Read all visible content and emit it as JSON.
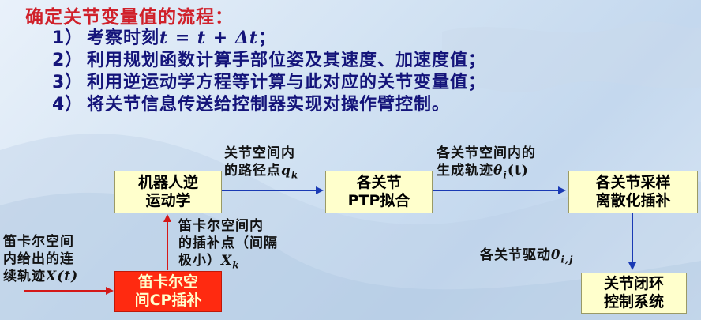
{
  "title": "确定关节变量值的流程：",
  "steps": [
    {
      "num": "1）",
      "text": "考察时刻",
      "formula": "t = t + Δt",
      "suffix": "；"
    },
    {
      "num": "2）",
      "text": "利用规划函数计算手部位姿及其速度、加速度值；"
    },
    {
      "num": "3）",
      "text": "利用逆运动学方程等计算与此对应的关节变量值；"
    },
    {
      "num": "4）",
      "text": "将关节信息传送给控制器实现对操作臂控制。"
    }
  ],
  "boxes": {
    "inverse_kinematics": [
      "机器人逆",
      "运动学"
    ],
    "ptp_fitting": [
      "各关节",
      "PTP拟合"
    ],
    "sampling": [
      "各关节采样",
      "离散化插补"
    ],
    "cartesian_cp": [
      "笛卡尔空",
      "间CP插补"
    ],
    "closed_loop": [
      "关节闭环",
      "控制系统"
    ]
  },
  "labels": {
    "joint_path_line1": "关节空间内",
    "joint_path_line2": "的路径点",
    "joint_path_var": "q",
    "joint_path_sub": "k",
    "traj_line1": "各关节空间内的",
    "traj_line2": "生成轨迹",
    "traj_var": "θ",
    "traj_sub": "i",
    "traj_arg": "(t)",
    "interp_line1": "笛卡尔空间内",
    "interp_line2": "的插补点（间隔",
    "interp_line3": "极小）",
    "interp_var": "X",
    "interp_sub": "k",
    "drive_text": "各关节驱动",
    "drive_var": "θ",
    "drive_sub": "i,j",
    "input_line1": "笛卡尔空间",
    "input_line2": "内给出的连",
    "input_line3": "续轨迹",
    "input_var": "X(t)"
  },
  "colors": {
    "title": "#d0202a",
    "steps": "#14147a",
    "box_fill": "#ffffcc",
    "box_red": "#ff2a10",
    "arrow_blue": "#1a3ab4",
    "arrow_red": "#d41818"
  }
}
